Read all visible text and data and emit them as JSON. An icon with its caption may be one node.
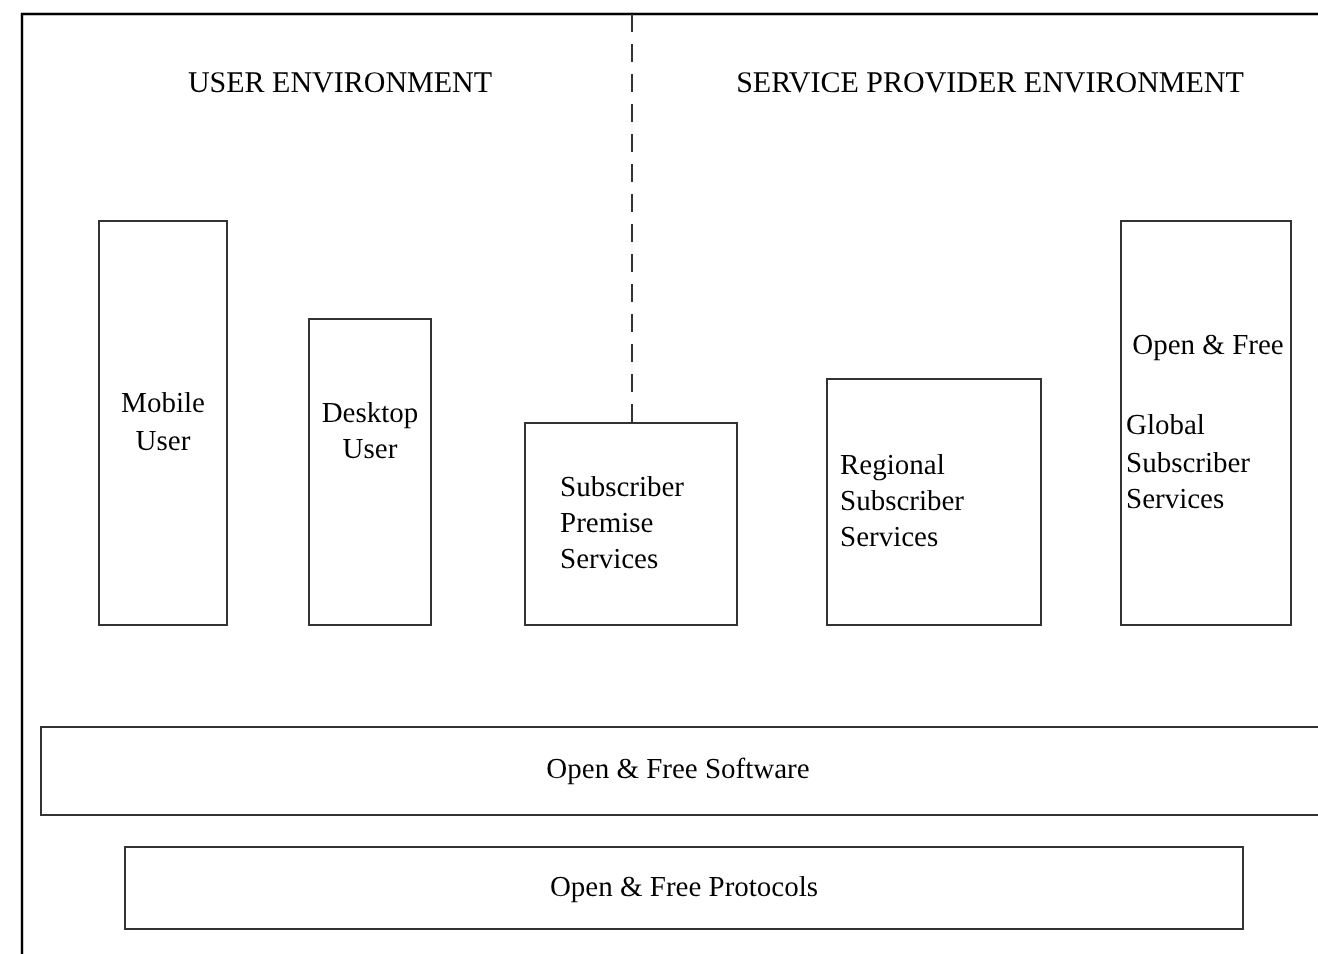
{
  "diagram": {
    "nodes": [
      {
        "text": [
          "Mobile User"
        ]
      },
      {
        "text": [
          "Desktop User"
        ]
      },
      {
        "text": [
          "Subscriber Premise Services"
        ]
      },
      {
        "text": [
          "Regional Subscriber Services"
        ]
      },
      {
        "text": [
          "Open & Free",
          "Global Subscriber Services"
        ]
      },
      {
        "text": [
          "Open & Free Software"
        ]
      },
      {
        "text": [
          "Open & Free Protocols"
        ]
      }
    ],
    "labels": [
      "USER ENVIRONMENT",
      "SERVICE PROVIDER ENVIRONMENT"
    ]
  }
}
